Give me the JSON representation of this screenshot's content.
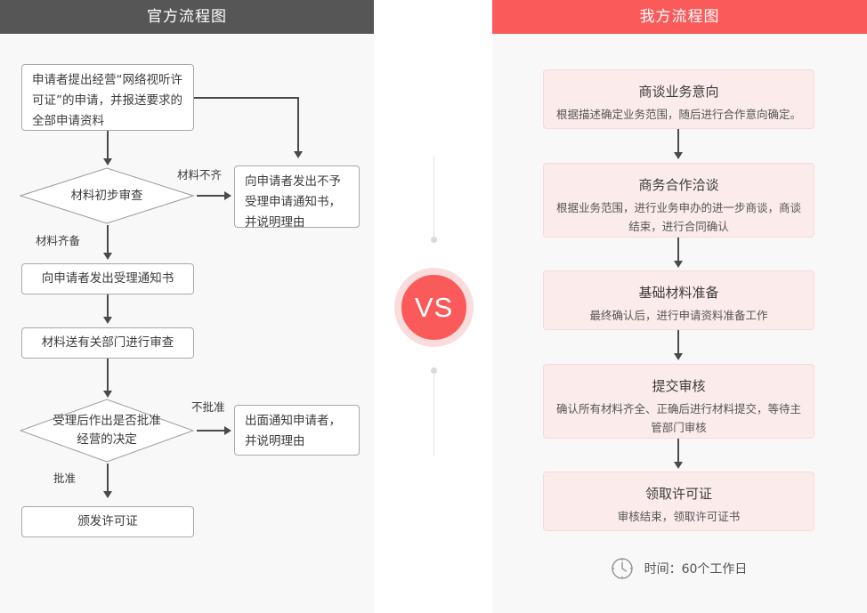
{
  "left_panel": {
    "header": "官方流程图",
    "nodes": [
      {
        "id": "apply",
        "type": "box",
        "text": "申请者提出经营“网络视听许可证”的申请，并报送要求的全部申请资料"
      },
      {
        "id": "review1",
        "type": "diamond",
        "text": "材料初步审查"
      },
      {
        "id": "reject-notice",
        "type": "box",
        "text": "向申请者发出不予受理申请通知书，并说明理由"
      },
      {
        "id": "accept-notice",
        "type": "box",
        "text": "向申请者发出受理通知书"
      },
      {
        "id": "dept-review",
        "type": "box",
        "text": "材料送有关部门进行审查"
      },
      {
        "id": "decision",
        "type": "diamond",
        "text": "受理后作出是否批准经营的决定"
      },
      {
        "id": "deny-notice",
        "type": "box",
        "text": "出面通知申请者，并说明理由"
      },
      {
        "id": "issue",
        "type": "box",
        "text": "颁发许可证"
      }
    ],
    "edge_labels": {
      "incomplete": "材料不齐",
      "complete": "材料齐备",
      "not_approved": "不批准",
      "approved": "批准"
    }
  },
  "divider": {
    "vs_label": "VS"
  },
  "right_panel": {
    "header": "我方流程图",
    "steps": [
      {
        "title": "商谈业务意向",
        "desc": "根据描述确定业务范围，随后进行合作意向确定。"
      },
      {
        "title": "商务合作洽谈",
        "desc": "根据业务范围，进行业务申办的进一步商谈，商谈结束，进行合同确认"
      },
      {
        "title": "基础材料准备",
        "desc": "最终确认后，进行申请资料准备工作"
      },
      {
        "title": "提交审核",
        "desc": "确认所有材料齐全、正确后进行材料提交，等待主管部门审核"
      },
      {
        "title": "领取许可证",
        "desc": "审核结束，领取许可证书"
      }
    ],
    "footer": {
      "icon": "clock-icon",
      "text": "时间：60个工作日"
    }
  },
  "colors": {
    "header_official": "#565656",
    "header_ours": "#fb5a5a",
    "panel_bg": "#f8f8f8",
    "right_box_bg": "#fcebeb",
    "right_box_border": "#f7d9d9",
    "edge": "#4a4a4a",
    "box_border": "#a8a8a8"
  }
}
